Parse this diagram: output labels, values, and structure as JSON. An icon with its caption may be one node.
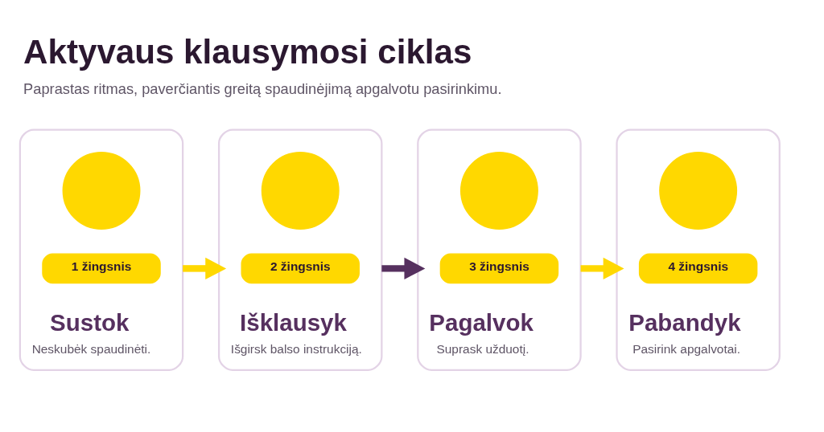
{
  "diagram": {
    "title": "Aktyvaus klausymosi ciklas",
    "caption": "Paprastas ritmas, paverčiantis greitą spaudinėjimą apgalvotu pasirinkimu.",
    "nodes": [
      {
        "text": [
          "Sustok",
          "Neskubėk spaudinėti."
        ]
      },
      {
        "text": [],
        "shape": "circle",
        "in": 0
      },
      {
        "text": [
          "1 žingsnis"
        ],
        "in": 0
      },
      {
        "text": [
          "Išklausyk",
          "Išgirsk balso instrukciją."
        ]
      },
      {
        "text": [],
        "shape": "circle",
        "in": 3
      },
      {
        "text": [
          "2 žingsnis"
        ],
        "in": 3
      },
      {
        "text": [
          "Pagalvok",
          "Suprask užduotį."
        ]
      },
      {
        "text": [],
        "shape": "circle",
        "in": 6
      },
      {
        "text": [
          "3 žingsnis"
        ],
        "in": 6
      },
      {
        "text": [
          "Pabandyk",
          "Pasirink apgalvotai."
        ]
      },
      {
        "text": [],
        "shape": "circle",
        "in": 9
      },
      {
        "text": [
          "4 žingsnis"
        ],
        "in": 9
      }
    ],
    "edges": [
      {
        "from": 0,
        "to": 3,
        "arrow": "to"
      },
      {
        "from": 3,
        "to": 6,
        "arrow": "to",
        "color": "#56305f"
      },
      {
        "from": 6,
        "to": 9,
        "arrow": "to"
      }
    ]
  }
}
